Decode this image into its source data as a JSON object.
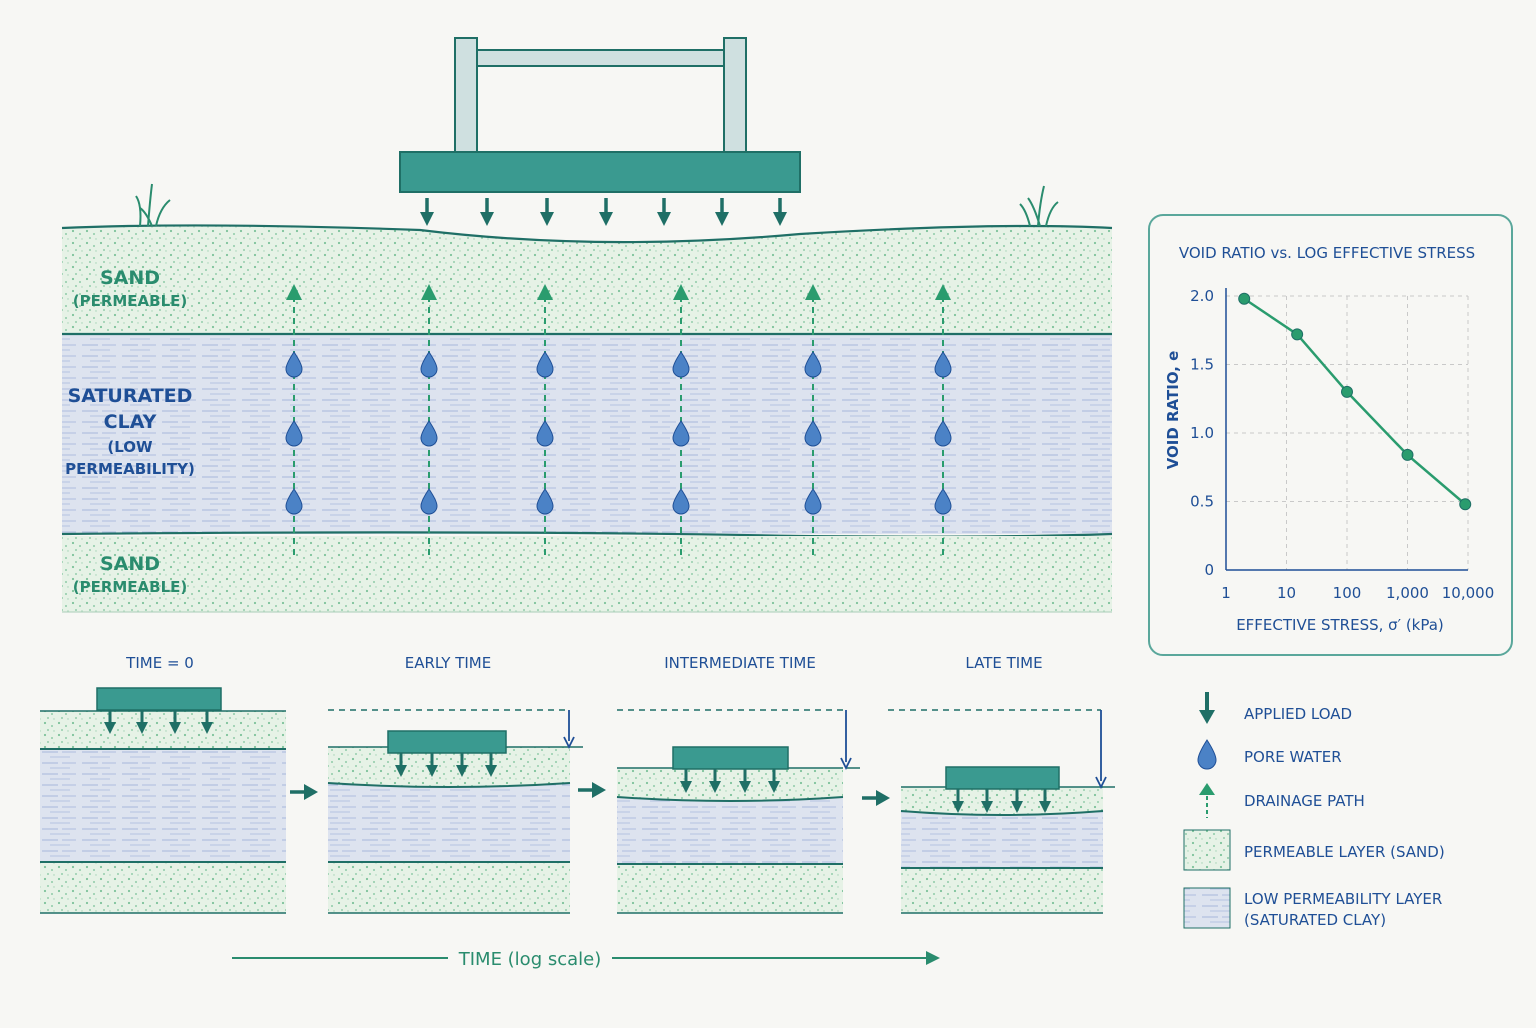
{
  "colors": {
    "teal": "#3a9a90",
    "teal_dark": "#1f6f66",
    "sand_fill": "#e6f2e6",
    "sand_dot": "#7dc29a",
    "clay_fill": "#dde3ef",
    "clay_line": "#7a93cc",
    "water": "#4b82c6",
    "drain": "#2a9c6e",
    "text_blue": "#1f4f96",
    "text_green": "#2a8c6e",
    "frame_pale": "#cfe0e0"
  },
  "profile": {
    "sand_top": {
      "line1": "SAND",
      "line2": "(PERMEABLE)"
    },
    "clay": {
      "line1": "SATURATED",
      "line2": "CLAY",
      "line3": "(LOW",
      "line4": "PERMEABILITY)"
    },
    "sand_bottom": {
      "line1": "SAND",
      "line2": "(PERMEABLE)"
    }
  },
  "chart_data": {
    "type": "line",
    "title": "VOID RATIO vs. LOG EFFECTIVE STRESS",
    "xlabel": "EFFECTIVE STRESS, σ′ (kPa)",
    "ylabel": "VOID RATIO, e",
    "x_scale": "log",
    "x_ticks": [
      "1",
      "10",
      "100",
      "1,000",
      "10,000"
    ],
    "y_ticks": [
      "0",
      "0.5",
      "1.0",
      "1.5",
      "2.0"
    ],
    "xlim": [
      1,
      10000
    ],
    "ylim": [
      0,
      2.0
    ],
    "grid": true,
    "series": [
      {
        "x": [
          2,
          15,
          100,
          1000,
          9000
        ],
        "y": [
          1.98,
          1.72,
          1.3,
          0.84,
          0.48
        ]
      }
    ]
  },
  "stages": [
    {
      "label": "TIME = 0"
    },
    {
      "label": "EARLY TIME"
    },
    {
      "label": "INTERMEDIATE TIME"
    },
    {
      "label": "LATE TIME"
    }
  ],
  "time_axis": {
    "label": "TIME (log scale)"
  },
  "legend": {
    "applied_load": "APPLIED LOAD",
    "pore_water": "PORE WATER",
    "drainage_path": "DRAINAGE PATH",
    "permeable": "PERMEABLE LAYER (SAND)",
    "low_perm_line1": "LOW PERMEABILITY LAYER",
    "low_perm_line2": "(SATURATED CLAY)"
  }
}
